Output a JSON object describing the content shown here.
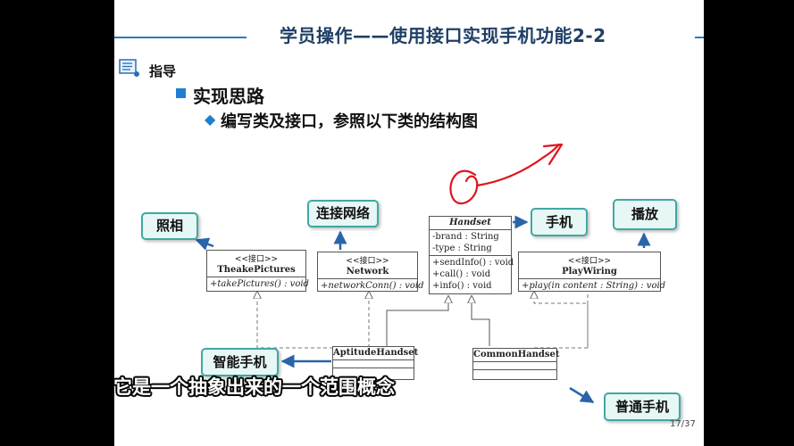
{
  "slide": {
    "title": "学员操作——使用接口实现手机功能2-2",
    "guide_label": "指导",
    "heading": "实现思路",
    "subheading": "编写类及接口，参照以下类的结构图",
    "page_number": "17/37"
  },
  "uml": {
    "handset": {
      "name": "Handset",
      "attributes": [
        "-brand : String",
        "-type : String"
      ],
      "methods": [
        "+sendInfo() : void",
        "+call() : void",
        "+info() : void"
      ]
    },
    "theake": {
      "stereotype": "<<接口>>",
      "name": "TheakePictures",
      "method": "+takePictures() : void"
    },
    "network": {
      "stereotype": "<<接口>>",
      "name": "Network",
      "method": "+networkConn() : void"
    },
    "playwiring": {
      "stereotype": "<<接口>>",
      "name": "PlayWiring",
      "method": "+play(in content : String) : void"
    },
    "aptitude": {
      "name": "AptitudeHandset"
    },
    "common": {
      "name": "CommonHandset"
    }
  },
  "callouts": {
    "photo": "照相",
    "network": "连接网络",
    "phone": "手机",
    "play": "播放",
    "smart": "智能手机",
    "normal": "普通手机"
  },
  "caption": "它是一个抽象出来的一个范围概念",
  "colors": {
    "title": "#1f3f66",
    "accent": "#1e7fd0",
    "callout_border": "#3fa9a1",
    "callout_fill": "#e6f7f5",
    "annotation": "#e0141e"
  }
}
